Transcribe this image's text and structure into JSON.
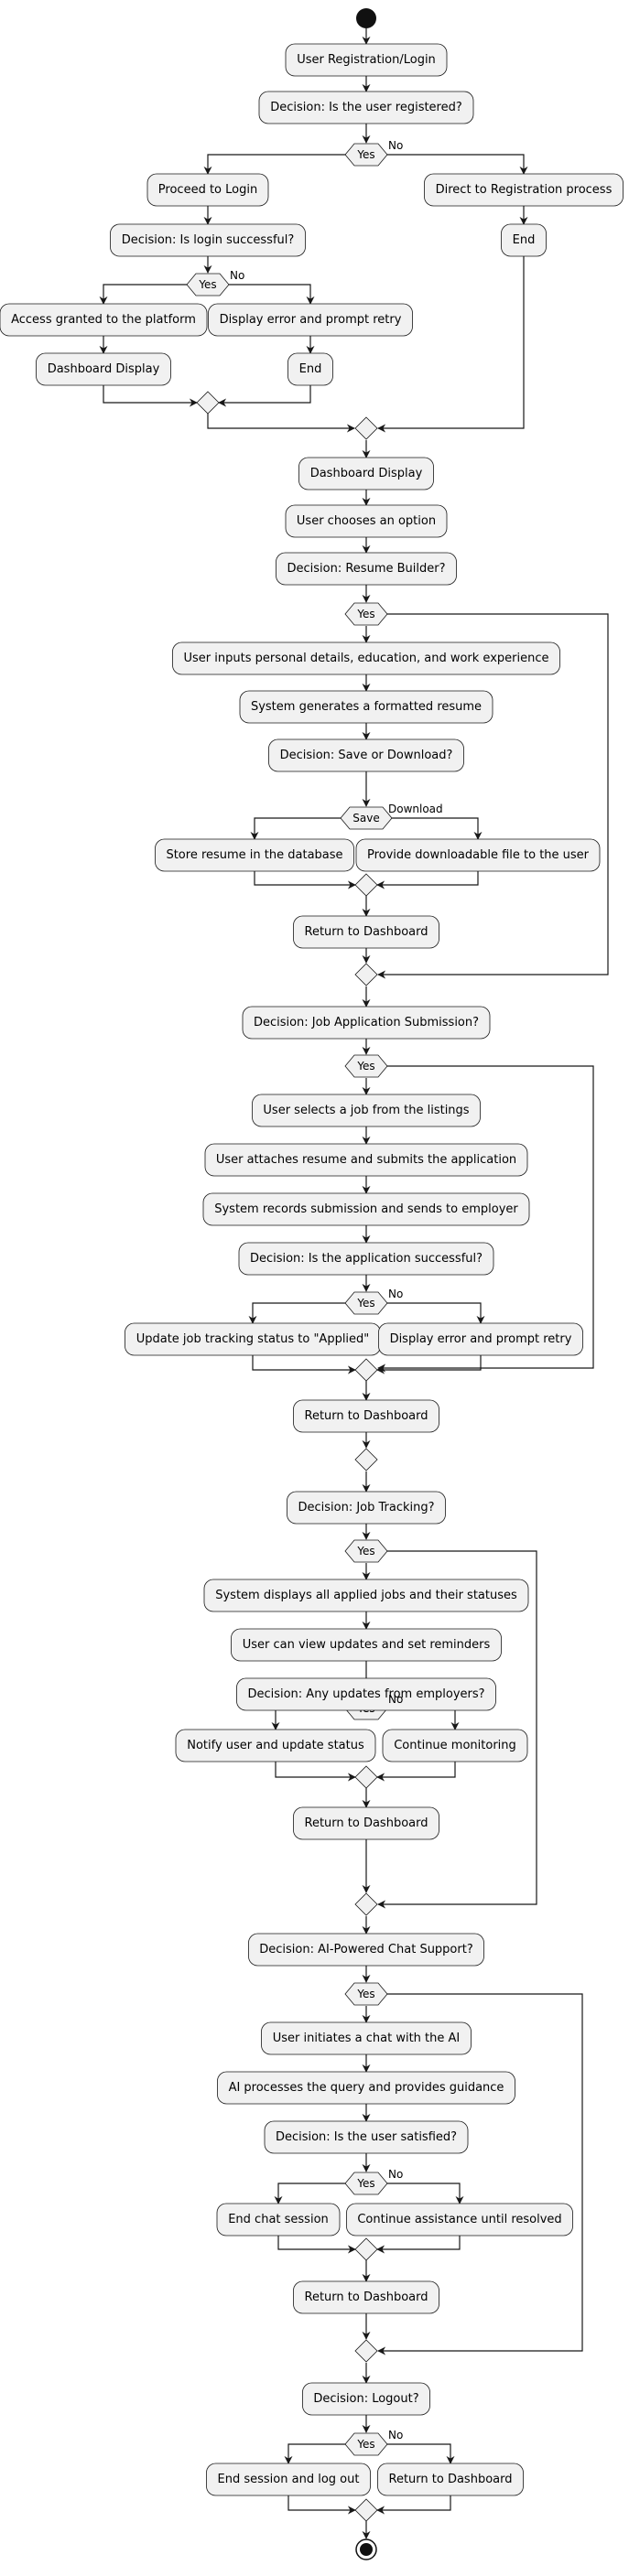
{
  "diagram": {
    "type": "activity",
    "colors": {
      "node_fill": "#f1f1f1",
      "stroke": "#181818",
      "background": "#ffffff"
    },
    "labels": {
      "n01": "User Registration/Login",
      "n02": "Decision: Is the user registered?",
      "d01": "Yes",
      "b01": "No",
      "n03": "Proceed to Login",
      "n04": "Direct to Registration process",
      "n05": "End",
      "n06": "Decision: Is login successful?",
      "d02": "Yes",
      "b02": "No",
      "n07": "Access granted to the platform",
      "n08": "Display error and prompt retry",
      "n09": "Dashboard Display",
      "n10": "End",
      "n11": "Dashboard Display",
      "n12": "User chooses an option",
      "n13": "Decision: Resume Builder?",
      "d03": "Yes",
      "n14": "User inputs personal details, education, and work experience",
      "n15": "System generates a formatted resume",
      "n16": "Decision: Save or Download?",
      "d04": "Save",
      "b04": "Download",
      "n17": "Store resume in the database",
      "n18": "Provide downloadable file to the user",
      "n19": "Return to Dashboard",
      "n20": "Decision: Job Application Submission?",
      "d05": "Yes",
      "n21": "User selects a job from the listings",
      "n22": "User attaches resume and submits the application",
      "n23": "System records submission and sends to employer",
      "n24": "Decision: Is the application successful?",
      "d06": "Yes",
      "b06": "No",
      "n25": "Update job tracking status to \"Applied\"",
      "n26": "Display error and prompt retry",
      "n27": "Return to Dashboard",
      "n28": "Decision: Job Tracking?",
      "d07": "Yes",
      "n29": "System displays all applied jobs and their statuses",
      "n30": "User can view updates and set reminders",
      "n31": "Decision: Any updates from employers?",
      "d08": "Yes",
      "b08": "No",
      "n32": "Notify user and update status",
      "n33": "Continue monitoring",
      "n34": "Return to Dashboard",
      "n35": "Decision: AI-Powered Chat Support?",
      "d09": "Yes",
      "n36": "User initiates a chat with the AI",
      "n37": "AI processes the query and provides guidance",
      "n38": "Decision: Is the user satisfied?",
      "d10": "Yes",
      "b10": "No",
      "n39": "End chat session",
      "n40": "Continue assistance until resolved",
      "n41": "Return to Dashboard",
      "n42": "Decision: Logout?",
      "d11": "Yes",
      "b11": "No",
      "n43": "End session and log out",
      "n44": "Return to Dashboard"
    }
  }
}
